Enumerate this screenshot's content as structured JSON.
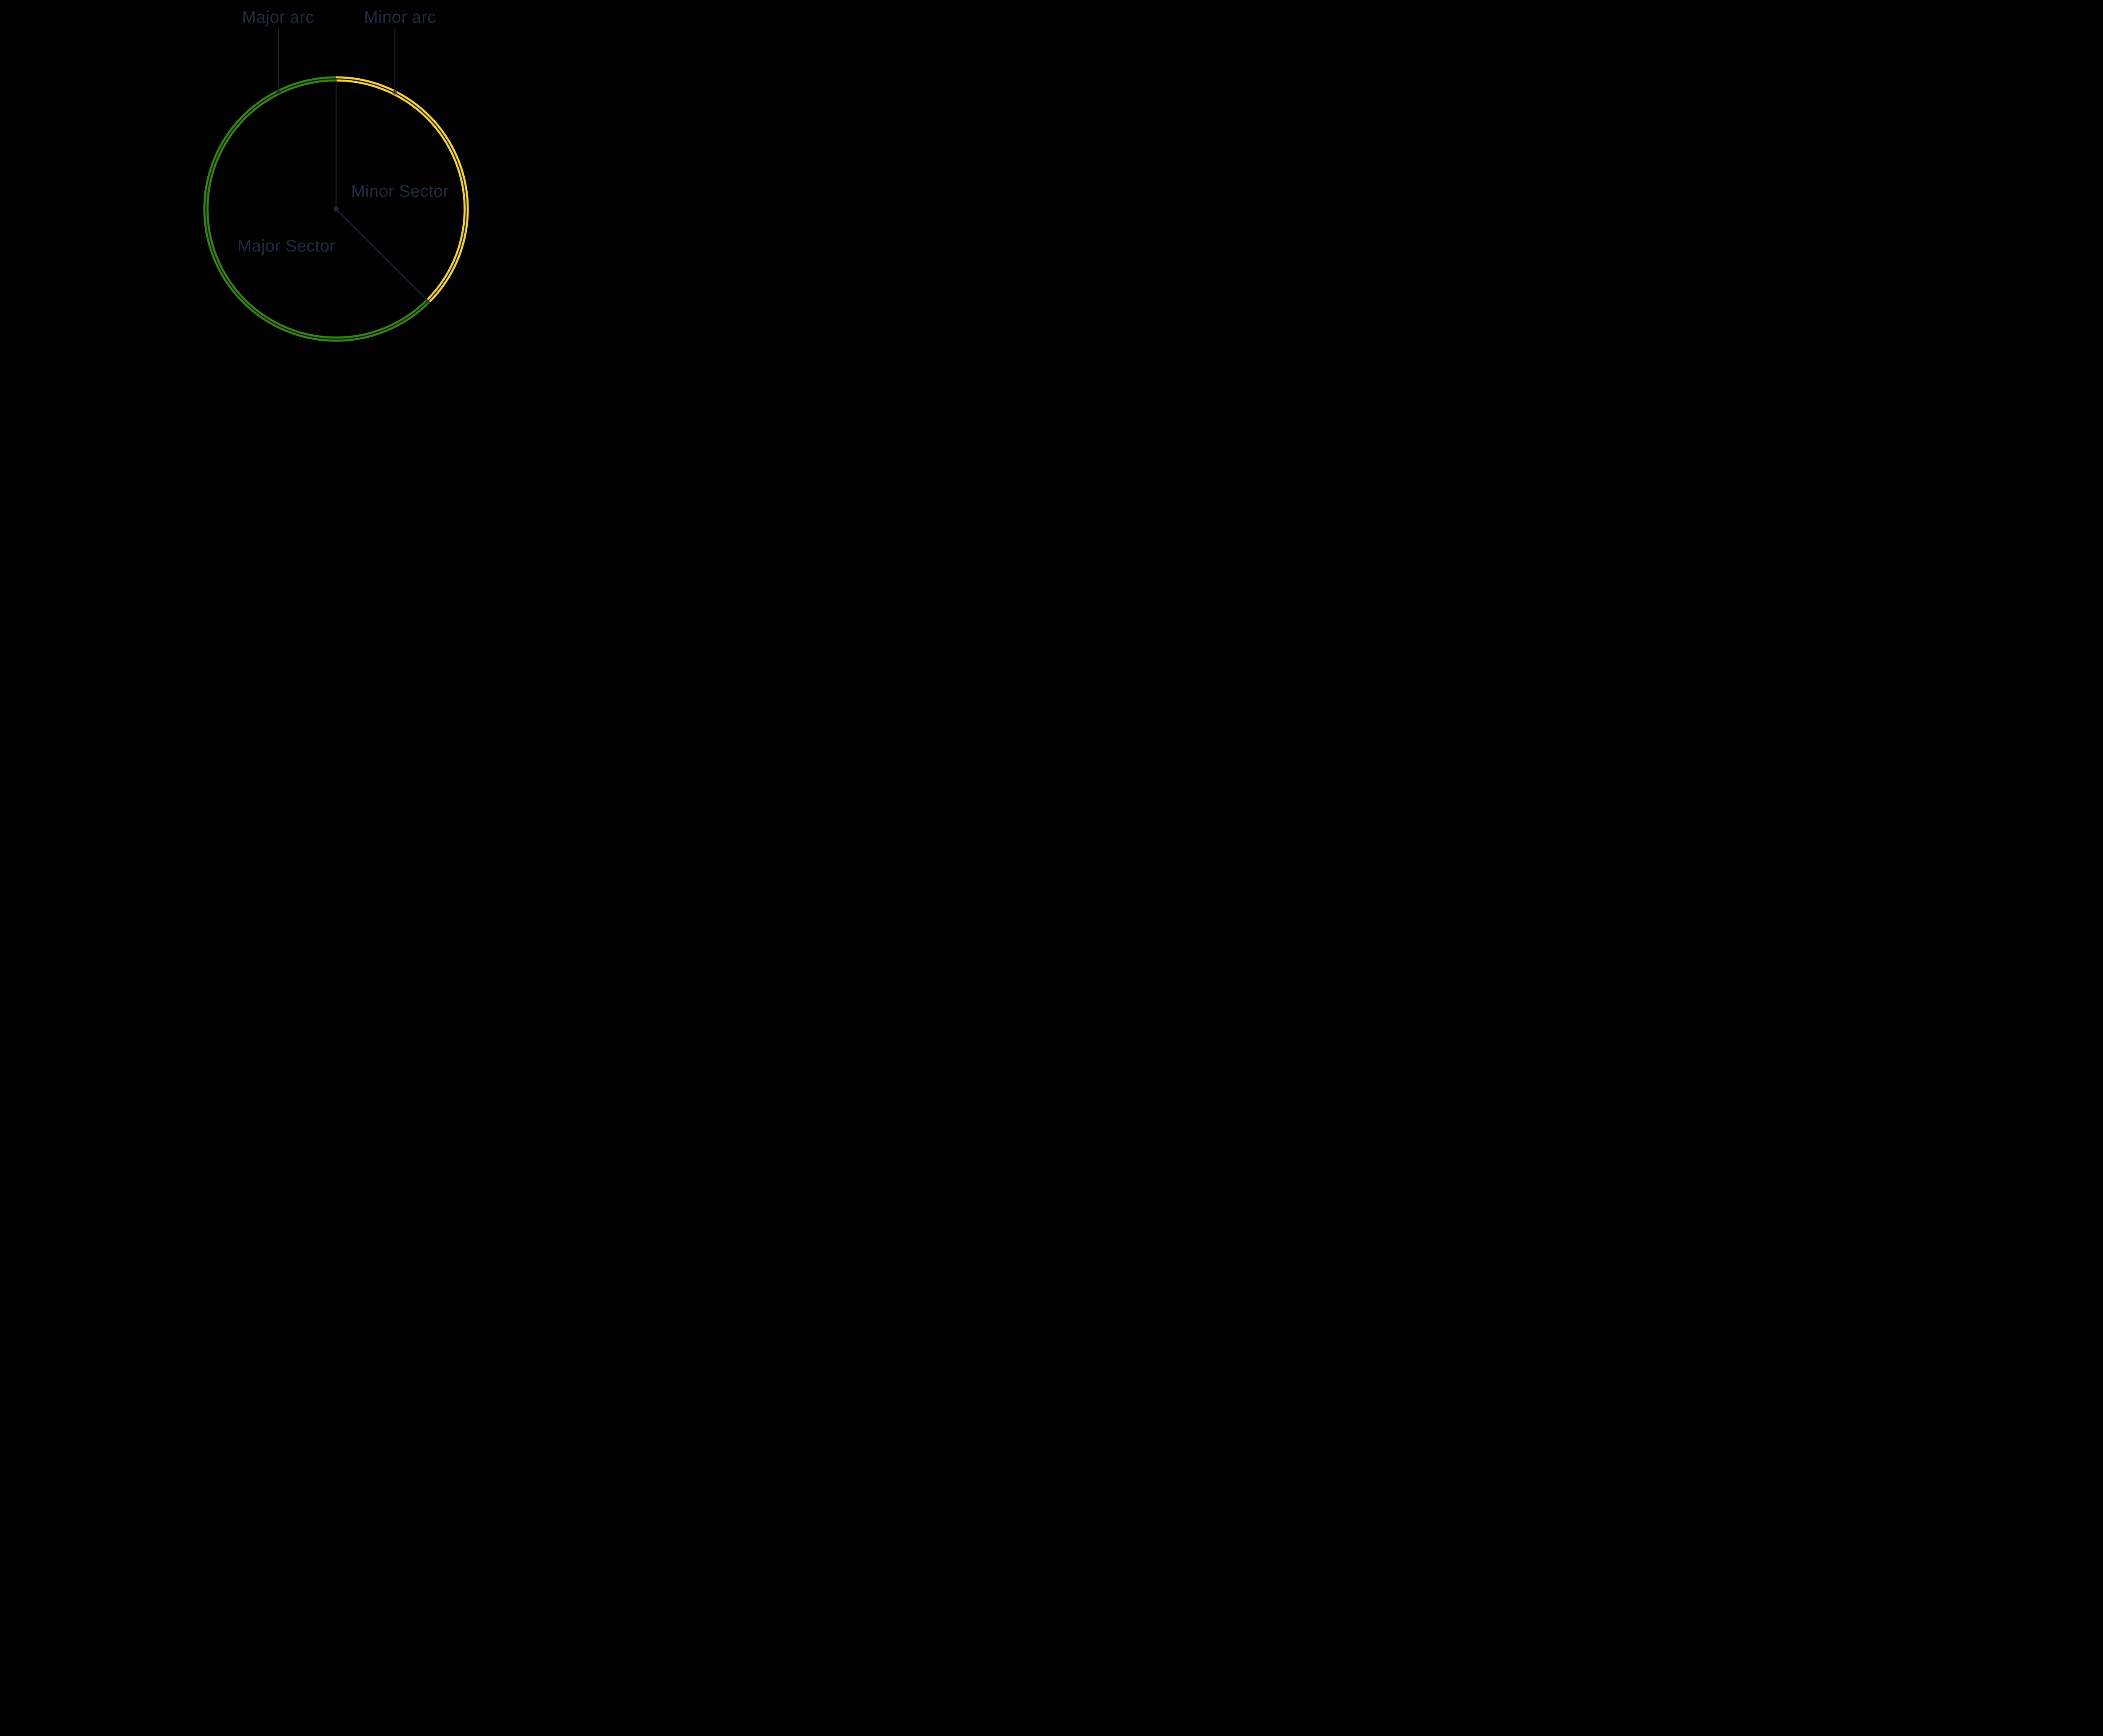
{
  "diagram": {
    "labels": {
      "major_arc": "Major arc",
      "minor_arc": "Minor arc",
      "minor_sector": "Minor Sector",
      "major_sector": "Major Sector"
    },
    "geometry": {
      "minor_arc_sweep_deg": 135,
      "major_arc_sweep_deg": 225
    },
    "colors": {
      "background": "#000000",
      "major_arc": "#38830F",
      "minor_arc": "#F6D235",
      "arc_midline": "#131929",
      "lines": "#1E2637",
      "label_text": "#212B45"
    }
  }
}
